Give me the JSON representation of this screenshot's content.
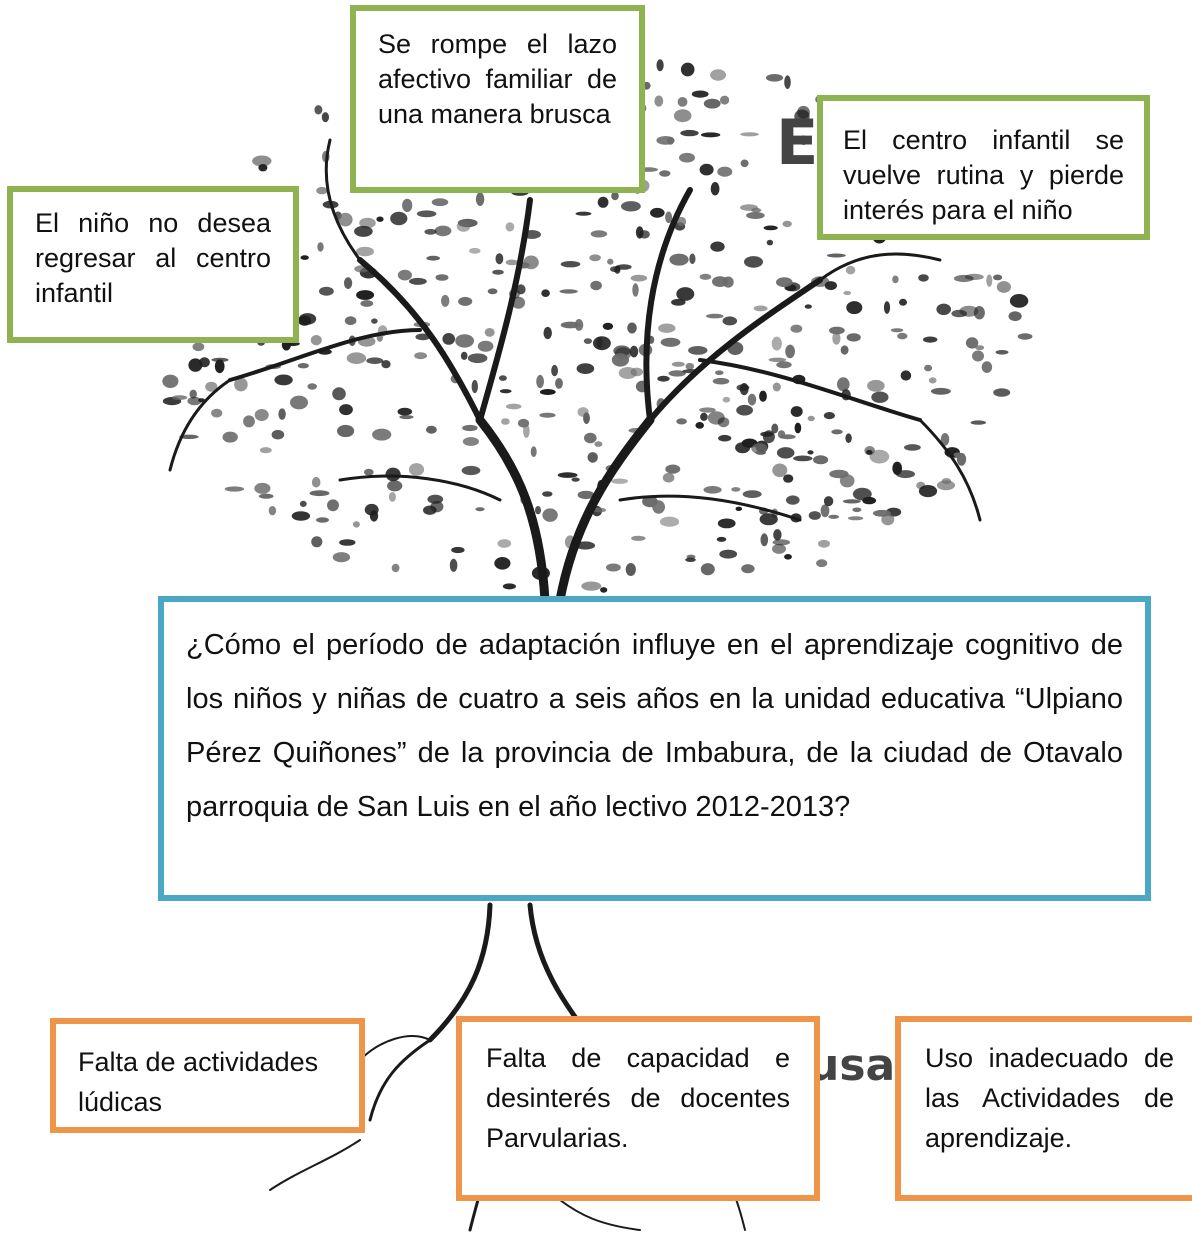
{
  "effects": {
    "top": "Se rompe el lazo afectivo familiar de una manera brusca",
    "right": "El centro infantil se vuelve rutina y pierde interés para el niño",
    "left": "El niño no desea regresar al centro infantil"
  },
  "problem": "¿Cómo el período de adaptación influye en el aprendizaje cognitivo de los niños y niñas de cuatro a seis años en la unidad educativa “Ulpiano Pérez Quiñones” de la provincia de Imbabura, de la ciudad de Otavalo parroquia de San  Luis en el año lectivo 2012-2013?",
  "causes": {
    "left": "Falta de actividades lúdicas",
    "middle": "Falta de capacidad e desinterés de docentes Parvularias.",
    "right": "Uso inadecuado de las Actividades de aprendizaje."
  },
  "background_labels": {
    "top_letter": "E",
    "bottom_word": "usa"
  },
  "colors": {
    "effect_border": "#8fb350",
    "cause_border": "#ee954a",
    "problem_border": "#4aa8c4"
  }
}
